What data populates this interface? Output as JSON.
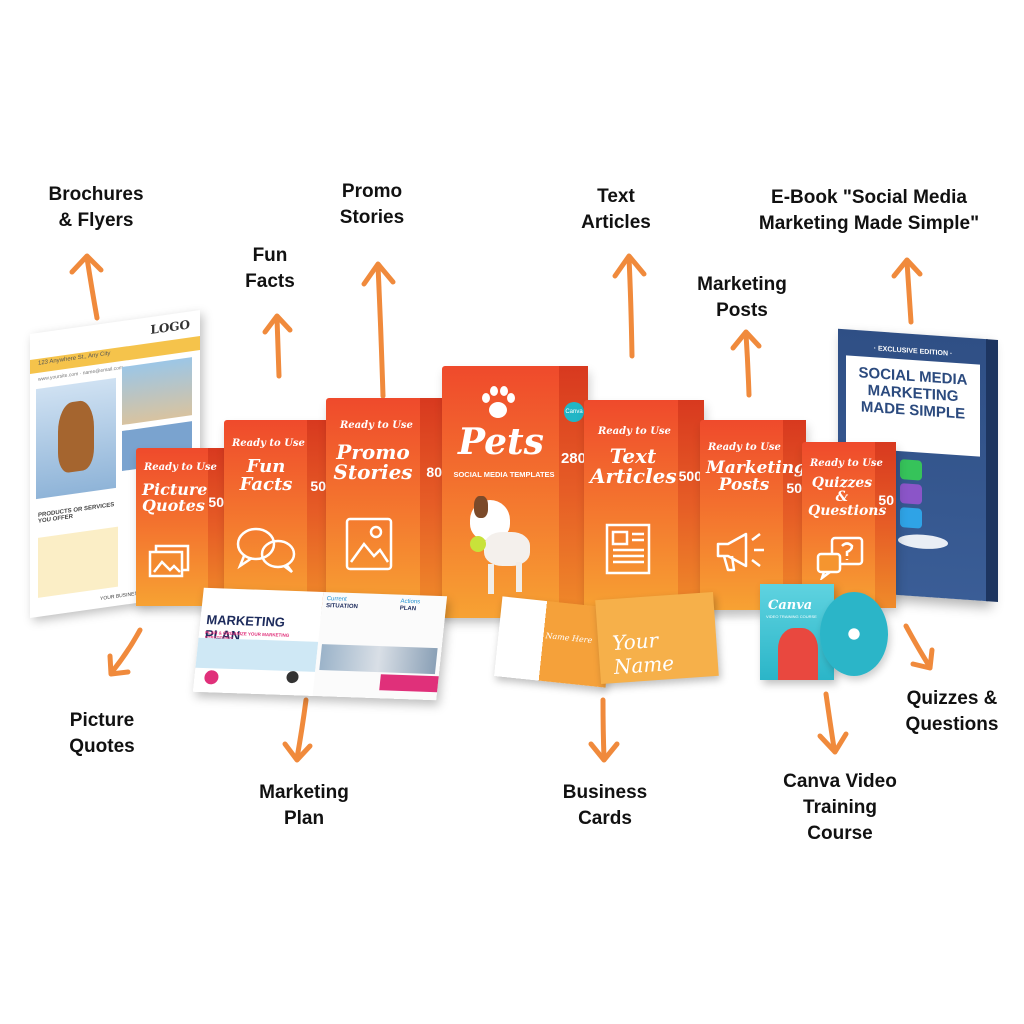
{
  "labels": {
    "brochures": "Brochures\n& Flyers",
    "fun_facts": "Fun\nFacts",
    "promo_stories": "Promo\nStories",
    "text_articles": "Text\nArticles",
    "marketing_posts": "Marketing\nPosts",
    "ebook": "E-Book \"Social Media\nMarketing Made Simple\"",
    "picture_quotes": "Picture\nQuotes",
    "marketing_plan": "Marketing\nPlan",
    "business_cards": "Business\nCards",
    "canva_course": "Canva Video\nTraining\nCourse",
    "quizzes": "Quizzes &\nQuestions"
  },
  "boxes": {
    "ready": "Ready to Use",
    "picture_quotes": {
      "title": "Picture\nQuotes",
      "count": "50"
    },
    "fun_facts": {
      "title": "Fun\nFacts",
      "count": "50"
    },
    "promo_stories": {
      "title": "Promo\nStories",
      "count": "80"
    },
    "pets": {
      "title": "Pets",
      "subtitle": "SOCIAL MEDIA TEMPLATES",
      "count": "280",
      "badge": "Canva"
    },
    "text_articles": {
      "title": "Text\nArticles",
      "count": "500"
    },
    "marketing_posts": {
      "title": "Marketing\nPosts",
      "count": "50"
    },
    "quizzes": {
      "title": "Quizzes &\nQuestions",
      "count": "50"
    }
  },
  "brochure": {
    "logo": "LOGO",
    "address": "123 Anywhere St., Any City",
    "contact": "www.yoursite.com · name@email.com",
    "products": "PRODUCTS OR SERVICES\nYOU OFFER",
    "footer": "YOUR BUSINESS NAME"
  },
  "ebook": {
    "edition": "· EXCLUSIVE EDITION ·",
    "title": "SOCIAL MEDIA\nMARKETING\nMADE SIMPLE"
  },
  "plan": {
    "title": "MARKETING PLAN",
    "subtitle": "PLAN & ORGANIZE YOUR MARKETING STRATEGIES",
    "current": "Current",
    "situation": "SITUATION",
    "action": "Actions",
    "action_plan": "PLAN"
  },
  "cards": {
    "name1": "Your Name Here",
    "name2": "Your Name"
  },
  "canva": {
    "title": "Canva",
    "sub": "VIDEO TRAINING COURSE"
  },
  "colors": {
    "orange_top": "#ef4a2c",
    "orange_bottom": "#f7a233",
    "arrow": "#f08a3c",
    "ebook_blue": "#2b4a7e"
  }
}
